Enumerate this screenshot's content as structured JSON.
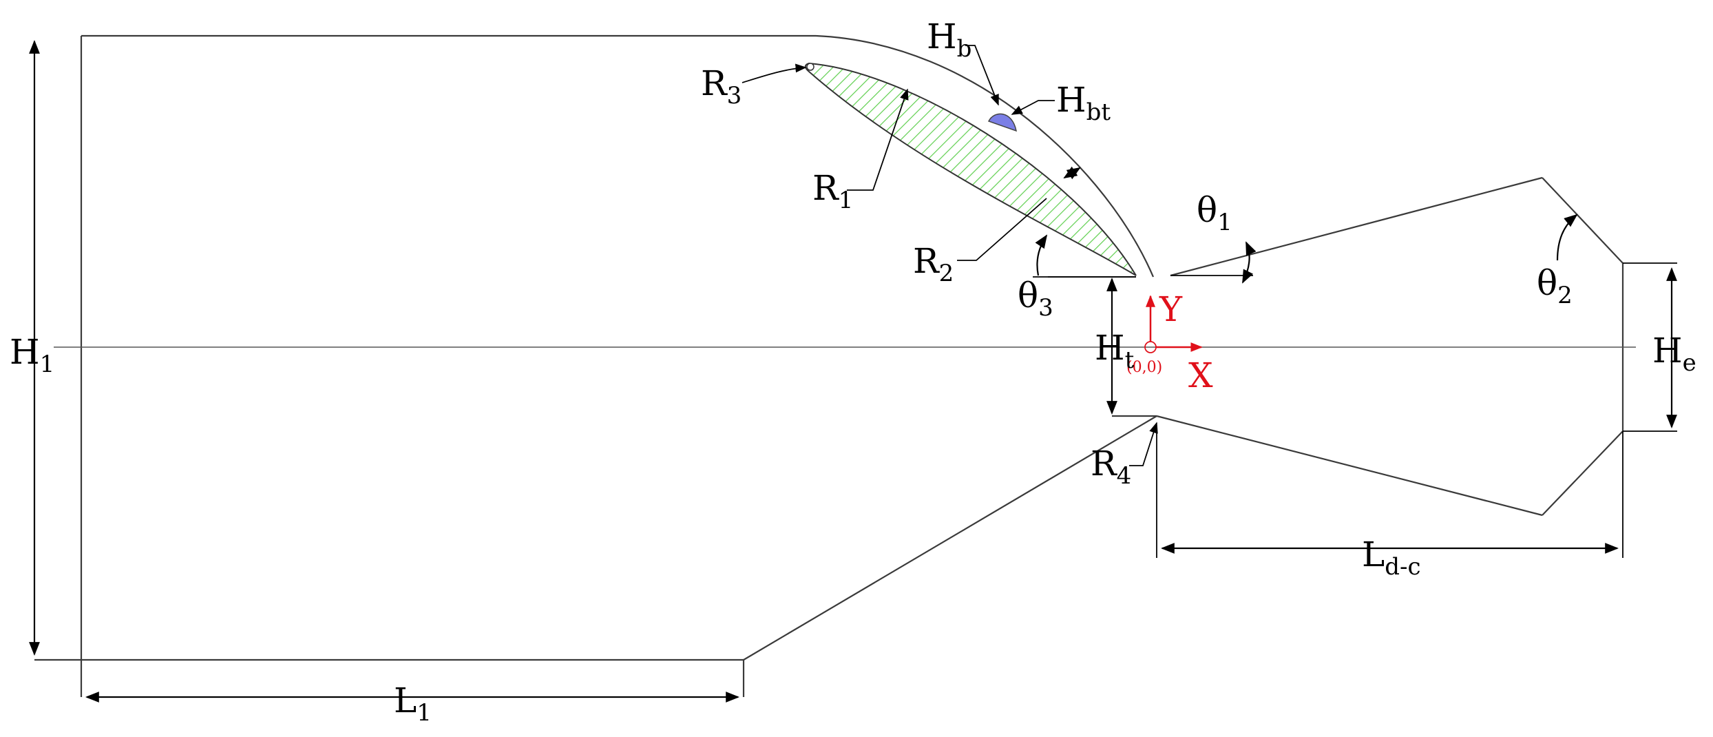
{
  "diagram": {
    "labels": {
      "H1": {
        "main": "H",
        "sub": "1"
      },
      "L1": {
        "main": "L",
        "sub": "1"
      },
      "R1": {
        "main": "R",
        "sub": "1"
      },
      "R2": {
        "main": "R",
        "sub": "2"
      },
      "R3": {
        "main": "R",
        "sub": "3"
      },
      "R4": {
        "main": "R",
        "sub": "4"
      },
      "Hb": {
        "main": "H",
        "sub": "b"
      },
      "Hbt": {
        "main": "H",
        "sub": "bt"
      },
      "Ht": {
        "main": "H",
        "sub": "t"
      },
      "He": {
        "main": "H",
        "sub": "e"
      },
      "theta1": {
        "main": "θ",
        "sub": "1"
      },
      "theta2": {
        "main": "θ",
        "sub": "2"
      },
      "theta3": {
        "main": "θ",
        "sub": "3"
      },
      "Ldc": {
        "main": "L",
        "sub": "d-c"
      }
    },
    "axes": {
      "x_label": "X",
      "y_label": "Y",
      "origin_label": "(0,0)"
    },
    "colors": {
      "outline": "#3a3a3a",
      "dimension": "#000000",
      "axes": "#e0101a",
      "hatch": "#5fcf4f",
      "bump": "#7b7fe6"
    }
  }
}
